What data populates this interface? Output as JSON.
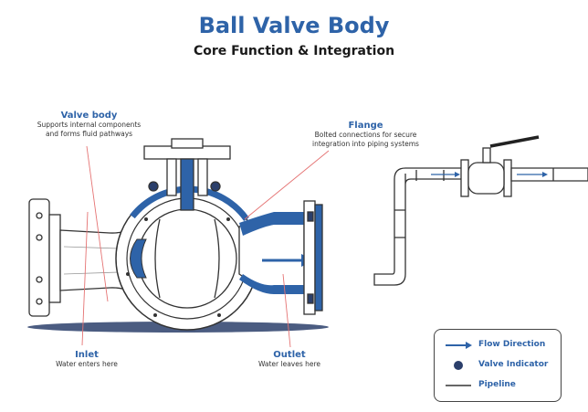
{
  "header": {
    "title": "Ball Valve Body",
    "subtitle": "Core Function & Integration"
  },
  "labels": {
    "valve_body": {
      "title": "Valve body",
      "desc_line1": "Supports internal components",
      "desc_line2": "and forms fluid pathways"
    },
    "flange": {
      "title": "Flange",
      "desc_line1": "Bolted connections for secure",
      "desc_line2": "integration into piping systems"
    },
    "inlet": {
      "title": "Inlet",
      "desc": "Water enters here"
    },
    "outlet": {
      "title": "Outlet",
      "desc": "Water leaves here"
    }
  },
  "legend": {
    "flow_direction": "Flow Direction",
    "valve_indicator": "Valve Indicator",
    "pipeline": "Pipeline"
  },
  "colors": {
    "accent_blue": "#2e63a8",
    "outline": "#333333",
    "leader_line": "#e57373"
  }
}
